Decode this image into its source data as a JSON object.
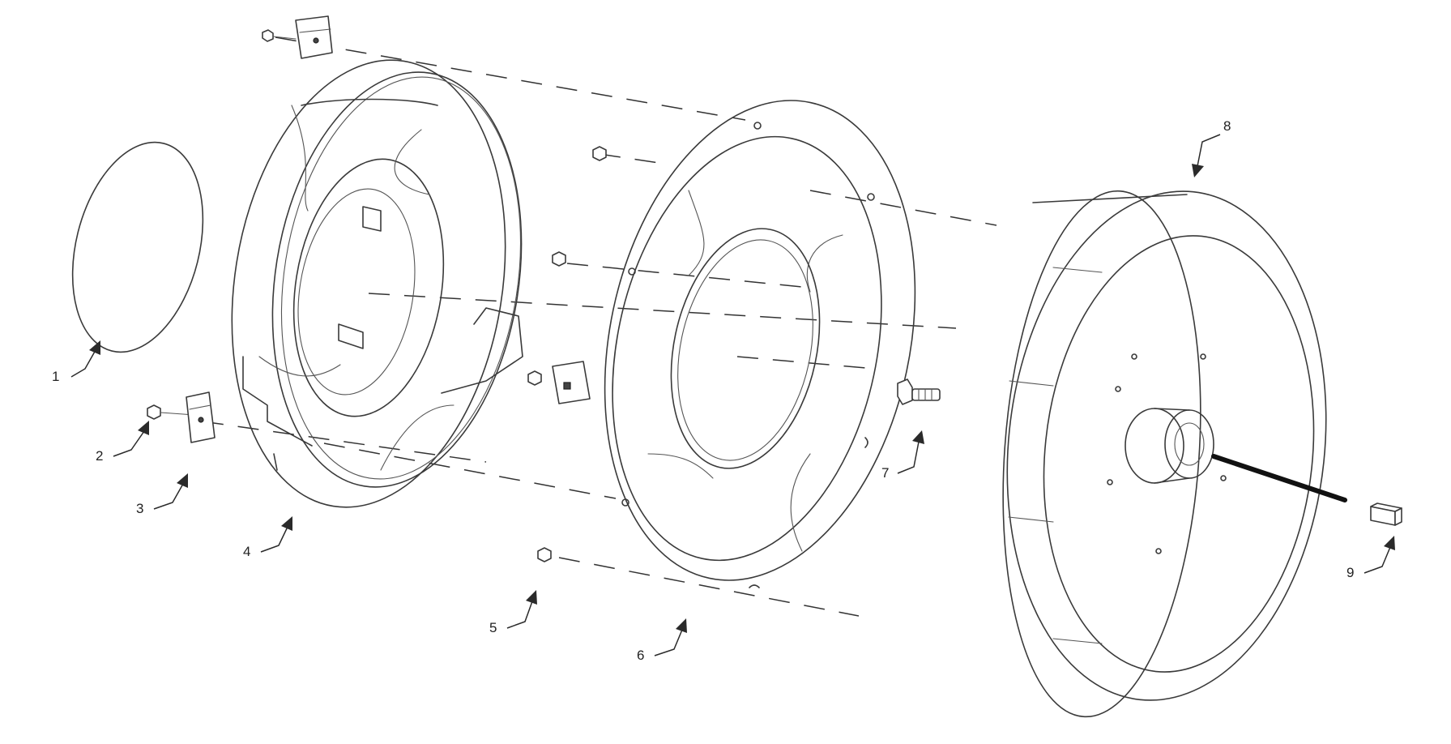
{
  "parts": [
    {
      "item": "1"
    },
    {
      "item": "2"
    },
    {
      "item": "3"
    },
    {
      "item": "4"
    },
    {
      "item": "5"
    },
    {
      "item": "6"
    },
    {
      "item": "7"
    },
    {
      "item": "8"
    },
    {
      "item": "9"
    }
  ],
  "colors": {
    "line": "#3a3a3a",
    "background": "#ffffff"
  }
}
